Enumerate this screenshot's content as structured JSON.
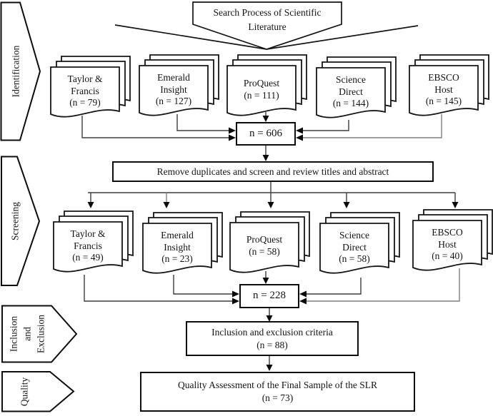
{
  "banner": {
    "title": "Search Process of Scientific Literature"
  },
  "stages": {
    "identification": "Identification",
    "screening": "Screening",
    "inclusion_exclusion": "Inclusion\nand\nExclusion",
    "quality": "Quality"
  },
  "identification": {
    "sources": [
      {
        "name": "Taylor &\nFrancis",
        "count": "(n = 79)"
      },
      {
        "name": "Emerald\nInsight",
        "count": "(n = 127)"
      },
      {
        "name": "ProQuest",
        "count": "(n = 111)"
      },
      {
        "name": "Science\nDirect",
        "count": "(n = 144)"
      },
      {
        "name": "EBSCO\nHost",
        "count": "(n = 145)"
      }
    ],
    "total": "n = 606"
  },
  "screening": {
    "step": "Remove duplicates and screen and review titles and abstract",
    "sources": [
      {
        "name": "Taylor &\nFrancis",
        "count": "(n = 49)"
      },
      {
        "name": "Emerald\nInsight",
        "count": "(n = 23)"
      },
      {
        "name": "ProQuest",
        "count": "(n = 58)"
      },
      {
        "name": "Science\nDirect",
        "count": "(n = 58)"
      },
      {
        "name": "EBSCO\nHost",
        "count": "(n = 40)"
      }
    ],
    "total": "n = 228"
  },
  "inclusion_exclusion": {
    "label": "Inclusion and exclusion criteria",
    "count": "(n = 88)"
  },
  "quality": {
    "label": "Quality Assessment of the Final Sample of the SLR",
    "count": "(n = 73)"
  },
  "colors": {
    "ink": "#111111",
    "connector": "#3d3d3d",
    "connector_gray": "#7f7f7f",
    "background": "#ffffff"
  }
}
